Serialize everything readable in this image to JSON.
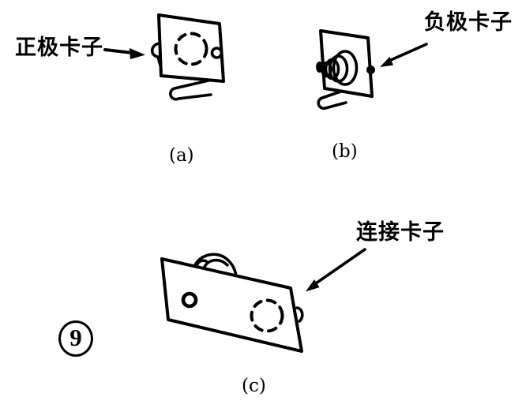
{
  "figure": {
    "annotations": {
      "positive_clip_label": "正极卡子",
      "negative_clip_label": "负极卡子",
      "connector_clip_label": "连接卡子"
    },
    "captions": {
      "a": "(a)",
      "b": "(b)",
      "c": "(c)"
    },
    "figure_number": "9",
    "colors": {
      "ink": "#000000",
      "paper": "#ffffff"
    },
    "parts": [
      {
        "caption": "(a)",
        "label": "正极卡子",
        "features": [
          "dashed-hole",
          "left-hook-tab",
          "right-ring-tab",
          "bent-leg"
        ]
      },
      {
        "caption": "(b)",
        "label": "负极卡子",
        "features": [
          "coil-spring",
          "left-contact",
          "right-contact",
          "bent-leg"
        ]
      },
      {
        "caption": "(c)",
        "label": "连接卡子",
        "features": [
          "round-hole",
          "dashed-hole",
          "rear-coil-spring",
          "right-tab"
        ]
      }
    ]
  }
}
